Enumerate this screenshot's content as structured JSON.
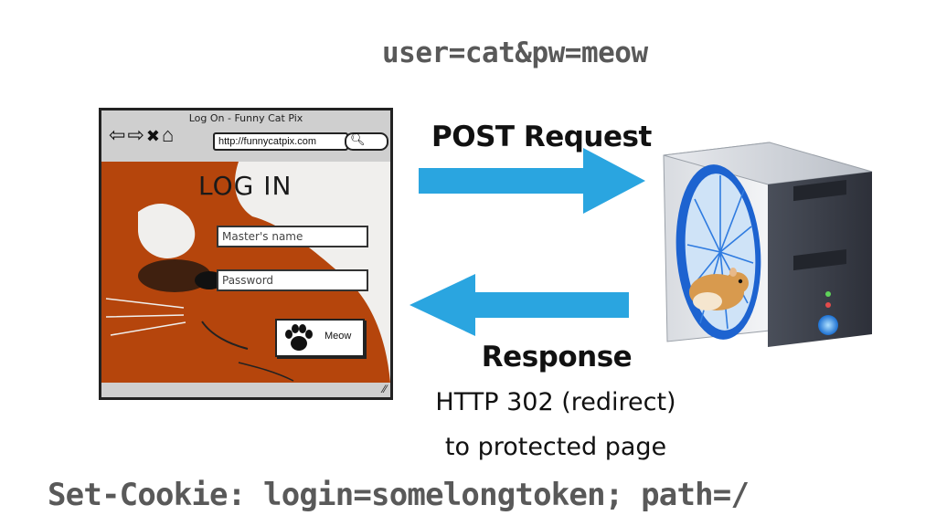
{
  "request_body": "user=cat&pw=meow",
  "post_label": "POST Request",
  "response_label": "Response",
  "response_line1": "HTTP 302 (redirect)",
  "response_line2": "to protected page",
  "set_cookie": "Set-Cookie: login=somelongtoken; path=/",
  "browser": {
    "title": "Log On - Funny Cat Pix",
    "url": "http://funnycatpix.com",
    "heading": "LOG IN",
    "name_placeholder": "Master's name",
    "password_placeholder": "Password",
    "button_label": "Meow"
  },
  "colors": {
    "arrow": "#2aa5e0",
    "cat_orange": "#b5450c",
    "text_gray": "#595959"
  }
}
